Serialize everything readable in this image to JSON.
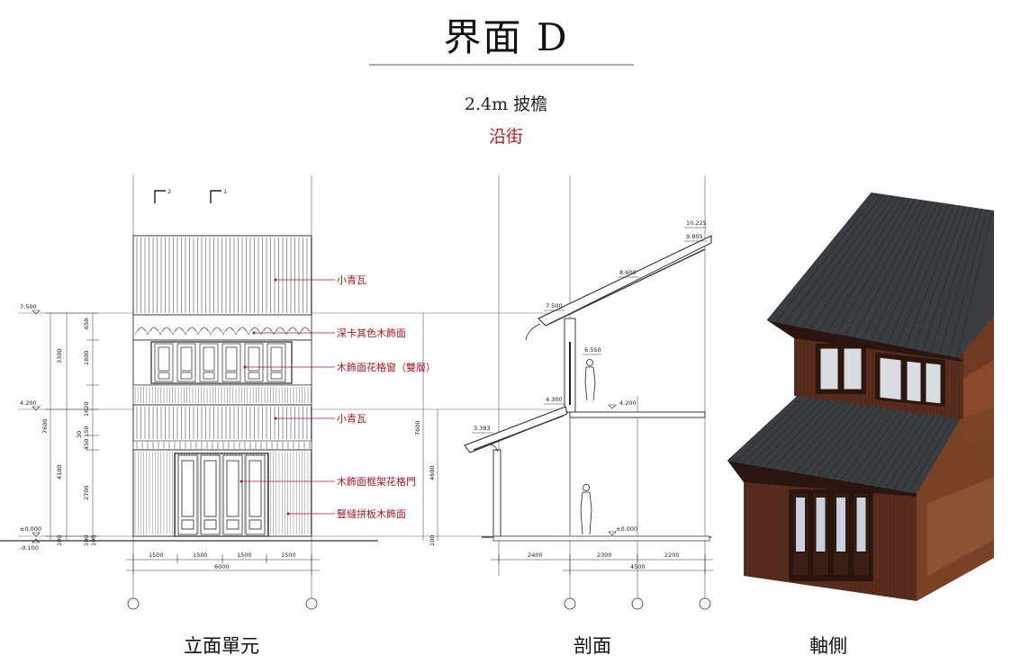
{
  "header": {
    "title": "界面 D",
    "subtitle": "2.4m 披檐",
    "street": "沿街"
  },
  "elevation": {
    "caption": "立面單元",
    "section_marks": [
      "2",
      "1"
    ],
    "levels": [
      "7.500",
      "4.200",
      "±0.000",
      "-0.100"
    ],
    "vertical_dims": [
      "3300",
      "7600",
      "4100",
      "100",
      "650",
      "1800",
      "1620",
      "450",
      "30",
      "150",
      "2700",
      "100",
      "100"
    ],
    "bottom_dims": [
      "1500",
      "1500",
      "1500",
      "1500"
    ],
    "total_dim": "6000",
    "notes": [
      "小青瓦",
      "深卡其色木飾面",
      "木飾面花格窗（雙層）",
      "小青瓦",
      "木飾面框架花格門",
      "豎縫拼板木飾面"
    ]
  },
  "section": {
    "caption": "剖面",
    "levels": [
      "10.225",
      "9.805",
      "8.600",
      "7.500",
      "6.550",
      "4.300",
      "4.200",
      "3.383",
      "±0.000"
    ],
    "left_dims": [
      "7600",
      "4600",
      "100"
    ],
    "bottom_dims": [
      "2400",
      "2300",
      "2200"
    ],
    "total_dim": "4500"
  },
  "axon": {
    "caption": "軸側"
  },
  "colors": {
    "note_red": "#b0141a",
    "wood": "#5a2e1f",
    "roof": "#3a3d42"
  }
}
